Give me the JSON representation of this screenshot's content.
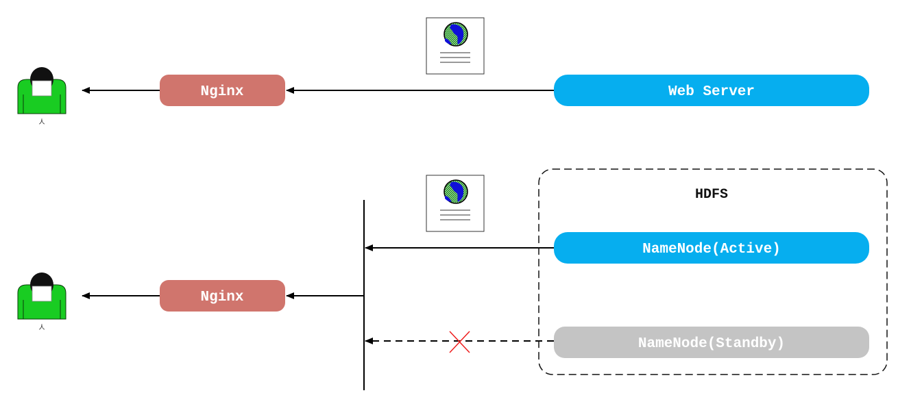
{
  "colors": {
    "nginx": "#d0756d",
    "server_blue": "#06aeef",
    "standby_gray": "#c4c4c4",
    "person_green": "#19cc22",
    "failure_red": "#ee1c1c",
    "line": "#000000"
  },
  "top_flow": {
    "user_label": "人",
    "proxy_label": "Nginx",
    "server_label": "Web Server",
    "page_icon": "web-page-icon"
  },
  "bottom_flow": {
    "user_label": "人",
    "proxy_label": "Nginx",
    "group_label": "HDFS",
    "active_label": "NameNode(Active)",
    "standby_label": "NameNode(Standby)",
    "page_icon": "web-page-icon",
    "failed_link_icon": "cross-icon"
  }
}
